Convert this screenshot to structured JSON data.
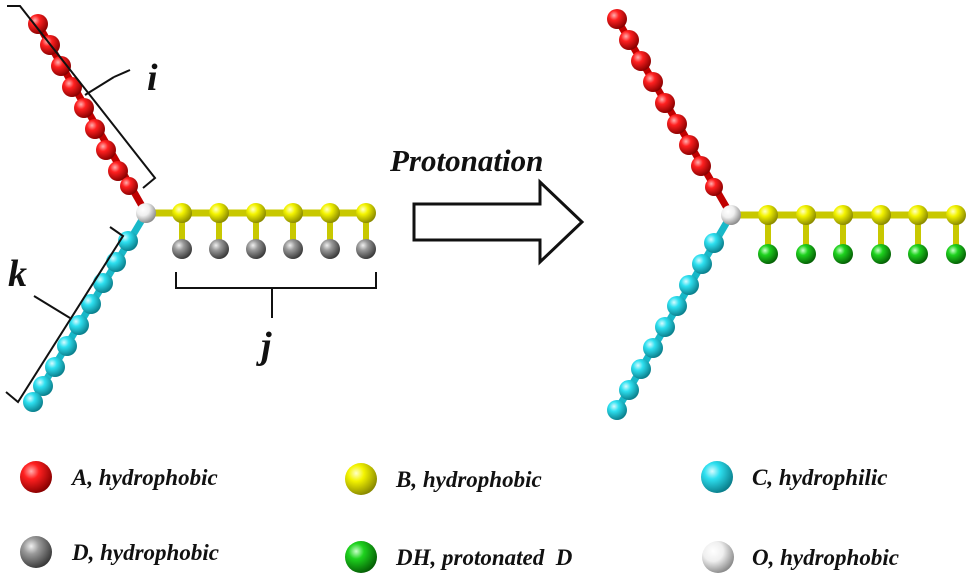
{
  "arrow_label": "Protonation",
  "braces": {
    "i": "i",
    "j": "j",
    "k": "k"
  },
  "colors": {
    "A": "#e00000",
    "B": "#e8e800",
    "C": "#22d3e6",
    "D": "#8a8a8a",
    "DH": "#16c016",
    "O": "#f2f2f2"
  },
  "legend": [
    {
      "key": "A",
      "label": "A, hydrophobic"
    },
    {
      "key": "B",
      "label": "B, hydrophobic"
    },
    {
      "key": "C",
      "label": "C, hydrophilic"
    },
    {
      "key": "D",
      "label": "D, hydrophobic"
    },
    {
      "key": "DH",
      "label": "DH, protonated  D"
    },
    {
      "key": "O",
      "label": "O, hydrophobic"
    }
  ]
}
